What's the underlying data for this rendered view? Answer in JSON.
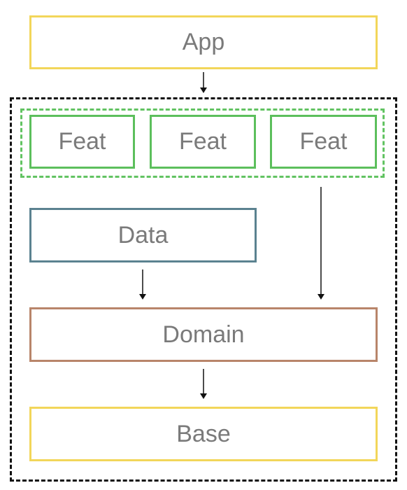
{
  "nodes": {
    "app": "App",
    "feat_1": "Feat",
    "feat_2": "Feat",
    "feat_3": "Feat",
    "data": "Data",
    "domain": "Domain",
    "base": "Base"
  },
  "colors": {
    "app_border": "#f2d65a",
    "feat_border": "#5cbf5c",
    "data_border": "#5b8290",
    "domain_border": "#b8856a",
    "base_border": "#f2d65a",
    "label_text": "#7a7a7a",
    "outer_group_border": "#111111",
    "feature_group_border": "#62c362"
  },
  "edges": [
    {
      "from": "App",
      "to": "group"
    },
    {
      "from": "Data",
      "to": "Domain"
    },
    {
      "from": "Feat",
      "to": "Domain"
    },
    {
      "from": "Domain",
      "to": "Base"
    }
  ]
}
